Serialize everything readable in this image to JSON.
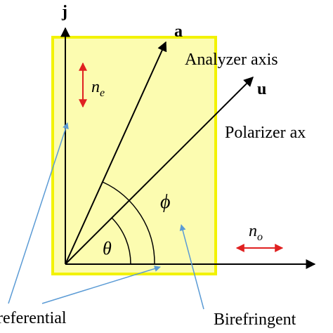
{
  "labels": {
    "axis_j": "j",
    "axis_a": "a",
    "axis_u": "u",
    "analyzer_axis": "Analyzer axis",
    "polarizer_axis": "Polarizer ax",
    "n_e_base": "n",
    "n_e_sub": "e",
    "n_o_base": "n",
    "n_o_sub": "o",
    "theta": "θ",
    "phi": "ϕ",
    "referential": "referential",
    "birefringent": "Birefringent"
  },
  "colors": {
    "plate_fill": "#fcfcb0",
    "plate_border": "#f2f200",
    "axis": "#000000",
    "index_arrow": "#e02020",
    "annotation_arrow": "#5b9bd5"
  },
  "icons": {
    "n_e_arrow": "double-arrow-vertical-icon",
    "n_o_arrow": "double-arrow-horizontal-icon"
  }
}
